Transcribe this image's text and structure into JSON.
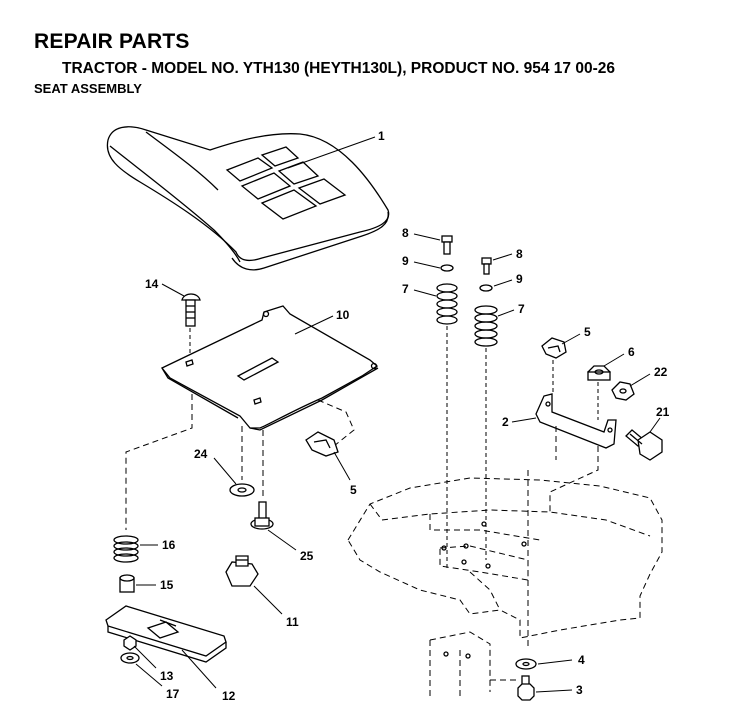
{
  "header": {
    "title": "REPAIR PARTS",
    "subtitle": "TRACTOR - MODEL NO. YTH130 (HEYTH130L), PRODUCT NO. 954 17 00-26",
    "section": "SEAT ASSEMBLY"
  },
  "callouts": {
    "seat": "1",
    "bracket": "2",
    "bolt_bottom": "3",
    "washer_bottom": "4",
    "clip_right": "5",
    "clip_left": "5",
    "nut_right": "6",
    "spring_left": "7",
    "spring_right": "7",
    "screw_left": "8",
    "screw_right": "8",
    "washer_small_left": "9",
    "washer_small_right": "9",
    "seat_pan": "10",
    "knob": "11",
    "slide_rail": "12",
    "nut_rail": "13",
    "carriage_bolt": "14",
    "spacer": "15",
    "spring_small": "16",
    "washer_rail": "17",
    "bolt_pivot": "21",
    "nut_pivot": "22",
    "washer_pan": "24",
    "bolt_pan": "25"
  }
}
